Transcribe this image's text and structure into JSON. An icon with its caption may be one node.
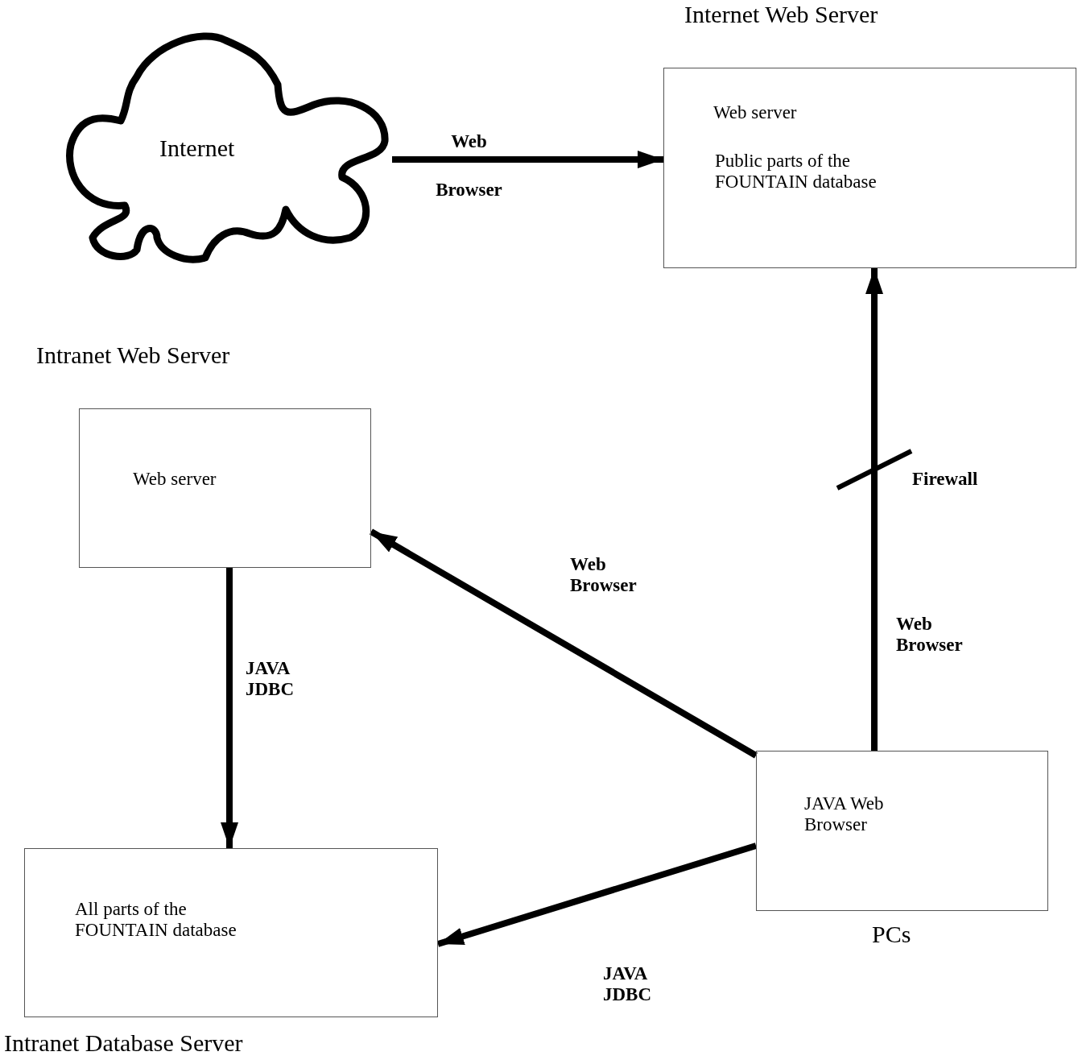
{
  "diagram": {
    "nodes": [
      {
        "text": [
          "Internet"
        ]
      },
      {
        "text": [
          "Internet Web Server",
          "Web server",
          "Public parts of the FOUNTAIN database"
        ]
      },
      {
        "text": [
          "Intranet Web Server",
          "Web server"
        ]
      },
      {
        "text": [
          "All parts of the FOUNTAIN database",
          "Intranet Database Server"
        ]
      },
      {
        "text": [
          "JAVA Web Browser",
          "PCs"
        ]
      }
    ],
    "edges": [
      {
        "from": 0,
        "to": 1,
        "arrow": "to",
        "label": "Web Browser"
      },
      {
        "from": 4,
        "to": 1,
        "arrow": "to",
        "label": "Web Browser"
      },
      {
        "from": 4,
        "to": 2,
        "arrow": "to",
        "label": "Web Browser"
      },
      {
        "from": 2,
        "to": 3,
        "arrow": "to",
        "label": "JAVA JDBC"
      },
      {
        "from": 4,
        "to": 3,
        "arrow": "to",
        "label": "JAVA JDBC"
      }
    ],
    "labels": [
      "Firewall"
    ]
  }
}
